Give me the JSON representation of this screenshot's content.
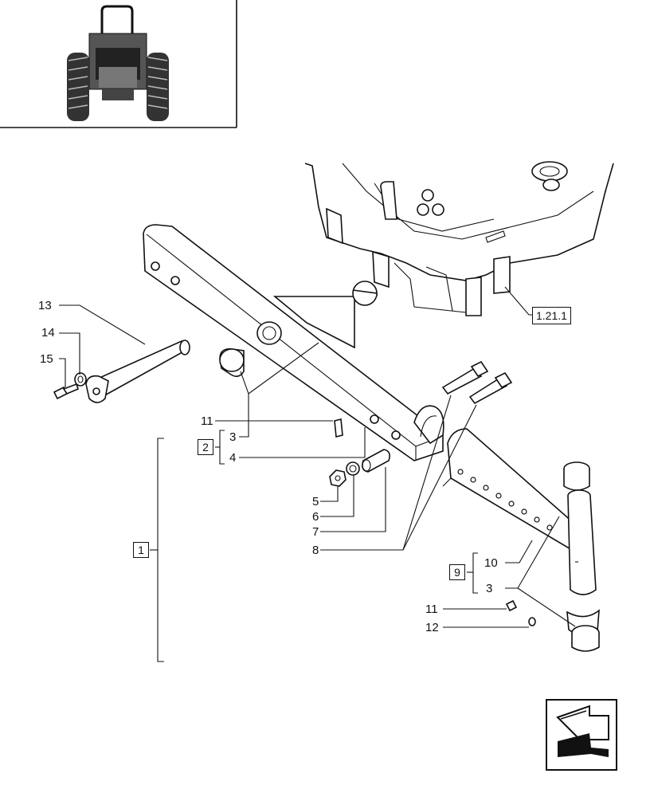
{
  "callouts": {
    "c13": "13",
    "c14": "14",
    "c15": "15",
    "c11a": "11",
    "c3a": "3",
    "c4": "4",
    "c5": "5",
    "c6": "6",
    "c7": "7",
    "c8": "8",
    "c10": "10",
    "c3b": "3",
    "c11b": "11",
    "c12": "12"
  },
  "boxes": {
    "b1": "1",
    "b2": "2",
    "b9": "9"
  },
  "reference": "1.21.1",
  "icons": {
    "thumbnail": "tractor-front-view-icon",
    "nav": "navigate-back-arrow-icon"
  }
}
